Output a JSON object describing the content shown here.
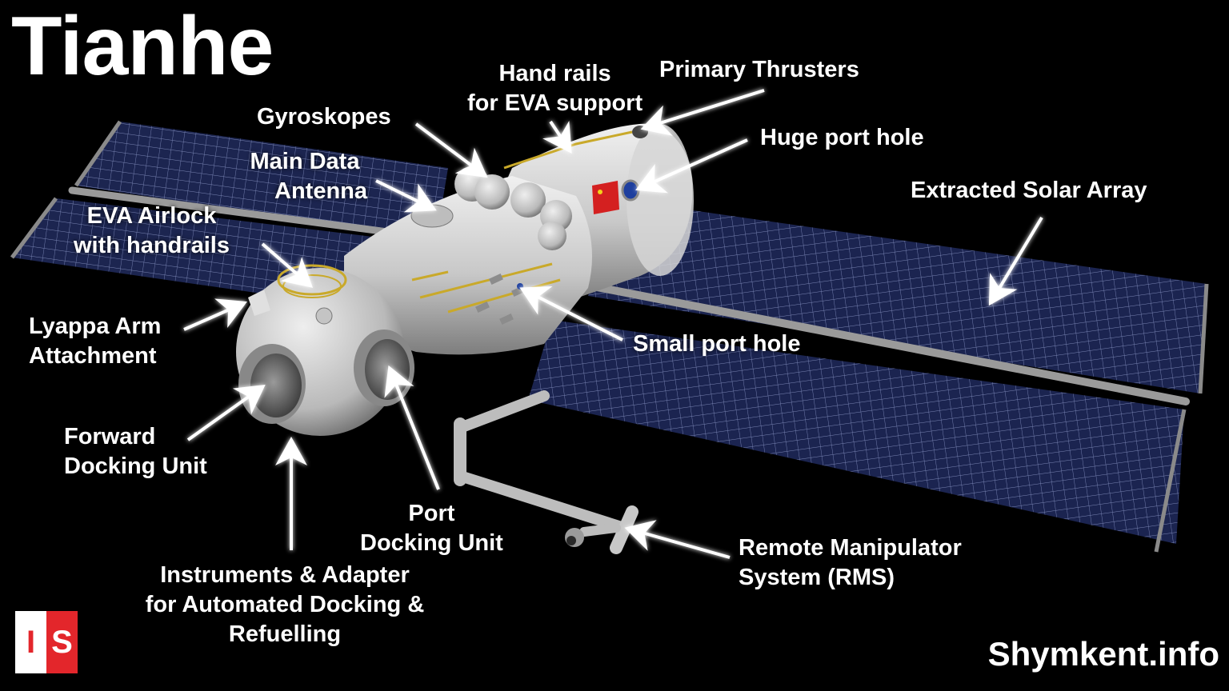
{
  "diagram": {
    "title": "Tianhe",
    "subject": "Tianhe core module of the Chinese space station",
    "labels": [
      {
        "id": "hand-rails",
        "lines": [
          "Hand rails",
          "for EVA support"
        ]
      },
      {
        "id": "primary-thrusters",
        "lines": [
          "Primary Thrusters"
        ]
      },
      {
        "id": "gyroskopes",
        "lines": [
          "Gyroskopes"
        ]
      },
      {
        "id": "huge-port-hole",
        "lines": [
          "Huge port hole"
        ]
      },
      {
        "id": "main-data-antenna",
        "lines": [
          "Main Data",
          "Antenna"
        ]
      },
      {
        "id": "extracted-solar-array",
        "lines": [
          "Extracted Solar Array"
        ]
      },
      {
        "id": "eva-airlock",
        "lines": [
          "EVA Airlock",
          "with handrails"
        ]
      },
      {
        "id": "lyappa-arm",
        "lines": [
          "Lyappa Arm",
          "Attachment"
        ]
      },
      {
        "id": "small-port-hole",
        "lines": [
          "Small port hole"
        ]
      },
      {
        "id": "forward-docking-unit",
        "lines": [
          "Forward",
          "Docking Unit"
        ]
      },
      {
        "id": "port-docking-unit",
        "lines": [
          "Port",
          "Docking Unit"
        ]
      },
      {
        "id": "remote-manipulator",
        "lines": [
          "Remote Manipulator",
          "System (RMS)"
        ]
      },
      {
        "id": "instruments-adapter",
        "lines": [
          "Instruments & Adapter",
          "for Automated Docking &",
          "Refuelling"
        ]
      }
    ]
  },
  "footer": {
    "site": "Shymkent.info",
    "logo_left": "I",
    "logo_right": "S"
  },
  "colors": {
    "background": "#000000",
    "text": "#ffffff",
    "module_hull": "#cfcfcf",
    "solar_panel": "#1c2550",
    "handrail": "#c9a92a",
    "logo_red": "#e3262b",
    "flag_red": "#d42020"
  }
}
